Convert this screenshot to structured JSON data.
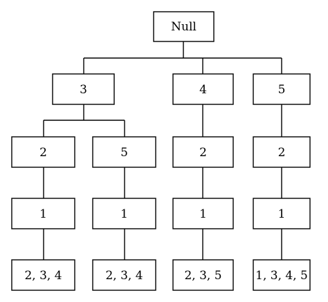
{
  "tree": {
    "root": "Null",
    "nodes": [
      {
        "id": "root",
        "label": "Null"
      },
      {
        "id": "l1a",
        "label": "3"
      },
      {
        "id": "l1b",
        "label": "4"
      },
      {
        "id": "l1c",
        "label": "5"
      },
      {
        "id": "l2a",
        "label": "2"
      },
      {
        "id": "l2b",
        "label": "5"
      },
      {
        "id": "l2c",
        "label": "2"
      },
      {
        "id": "l2d",
        "label": "2"
      },
      {
        "id": "l3a",
        "label": "1"
      },
      {
        "id": "l3b",
        "label": "1"
      },
      {
        "id": "l3c",
        "label": "1"
      },
      {
        "id": "l3d",
        "label": "1"
      },
      {
        "id": "l4a",
        "label": "2, 3, 4"
      },
      {
        "id": "l4b",
        "label": "2, 3, 4"
      },
      {
        "id": "l4c",
        "label": "2, 3, 5"
      },
      {
        "id": "l4d",
        "label": "1, 3, 4, 5"
      }
    ],
    "edges": [
      [
        "root",
        "l1a"
      ],
      [
        "root",
        "l1b"
      ],
      [
        "root",
        "l1c"
      ],
      [
        "l1a",
        "l2a"
      ],
      [
        "l1a",
        "l2b"
      ],
      [
        "l1b",
        "l2c"
      ],
      [
        "l1c",
        "l2d"
      ],
      [
        "l2a",
        "l3a"
      ],
      [
        "l2b",
        "l3b"
      ],
      [
        "l2c",
        "l3c"
      ],
      [
        "l2d",
        "l3d"
      ],
      [
        "l3a",
        "l4a"
      ],
      [
        "l3b",
        "l4b"
      ],
      [
        "l3c",
        "l4c"
      ],
      [
        "l3d",
        "l4d"
      ]
    ]
  }
}
